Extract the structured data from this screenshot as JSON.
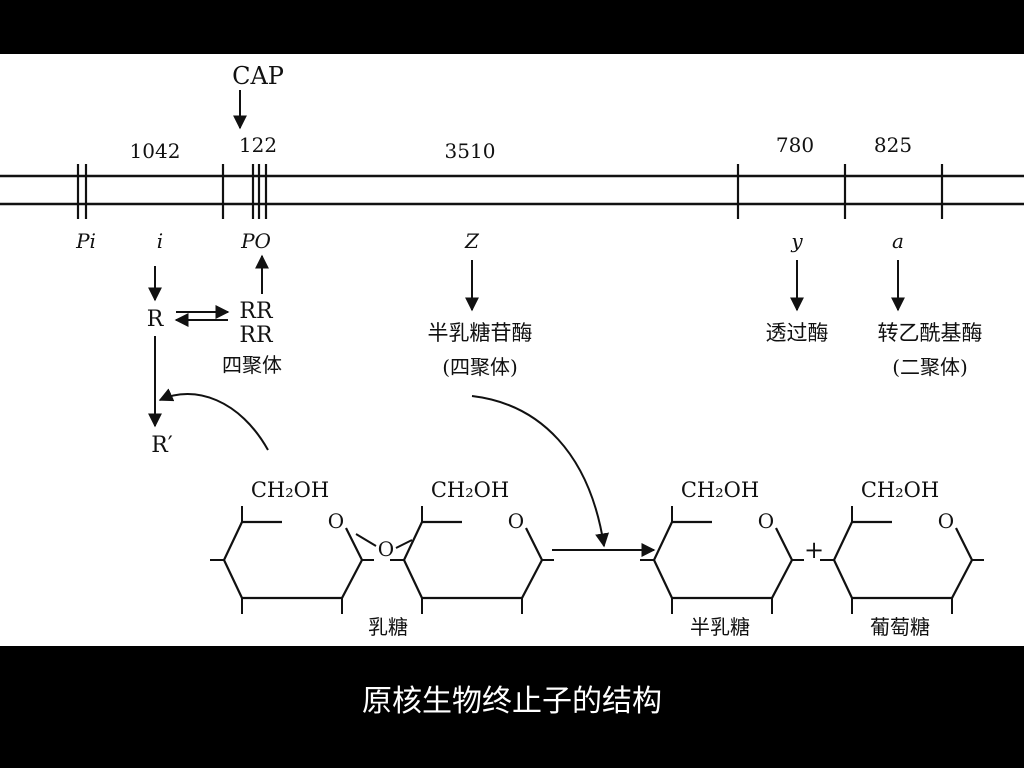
{
  "diagram": {
    "cap_label": "CAP",
    "segment_lengths": {
      "i": "1042",
      "po": "122",
      "z": "3510",
      "y": "780",
      "a": "825"
    },
    "gene_labels": {
      "pi": "Pi",
      "i": "i",
      "po": "PO",
      "z": "Z",
      "y": "y",
      "a": "a"
    },
    "repressor": {
      "r": "R",
      "tetramer_top": "RR",
      "tetramer_bottom": "RR",
      "tetramer_label": "四聚体",
      "r_prime": "R′"
    },
    "products": {
      "z_name": "半乳糖苷酶",
      "z_note": "(四聚体)",
      "y_name": "透过酶",
      "a_name": "转乙酰基酶",
      "a_note": "(二聚体)"
    },
    "chemistry": {
      "ch2oh": "CH₂OH",
      "ring_o": "O",
      "link_o": "O",
      "plus": "+",
      "lactose": "乳糖",
      "galactose": "半乳糖",
      "glucose": "葡萄糖"
    }
  },
  "caption": "原核生物终止子的结构"
}
